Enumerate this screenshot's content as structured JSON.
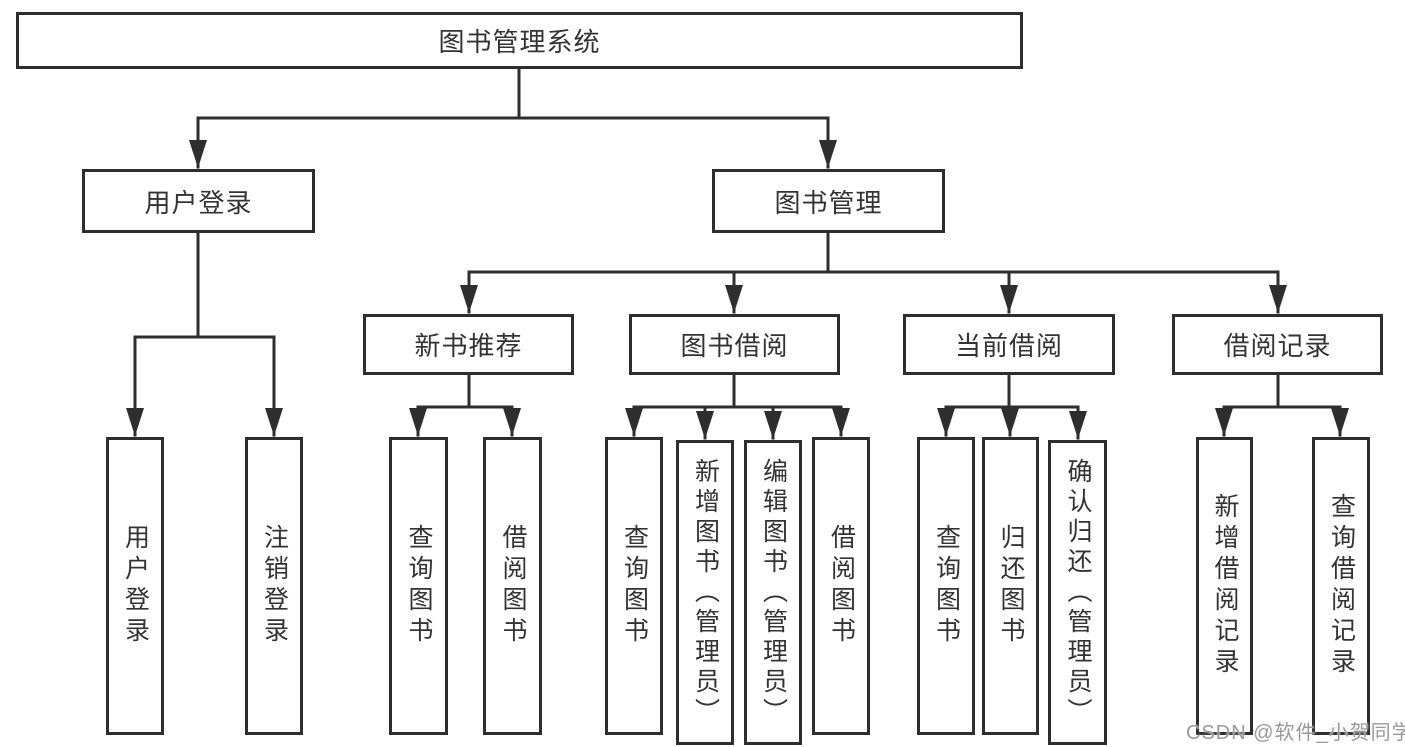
{
  "diagram": {
    "title": "图书管理系统",
    "tree": {
      "root": {
        "label": "图书管理系统"
      },
      "level2": [
        {
          "key": "user-login",
          "label": "用户登录"
        },
        {
          "key": "book-management",
          "label": "图书管理"
        }
      ],
      "level3": [
        {
          "key": "new-book-recommendation",
          "parent": "book-management",
          "label": "新书推荐"
        },
        {
          "key": "book-borrowing",
          "parent": "book-management",
          "label": "图书借阅"
        },
        {
          "key": "current-borrowing",
          "parent": "book-management",
          "label": "当前借阅"
        },
        {
          "key": "borrowing-records",
          "parent": "book-management",
          "label": "借阅记录"
        }
      ],
      "leaves": [
        {
          "key": "user-login-leaf",
          "parent": "user-login",
          "label": "用户登录"
        },
        {
          "key": "logout",
          "parent": "user-login",
          "label": "注销登录"
        },
        {
          "key": "nbr-query-books",
          "parent": "new-book-recommendation",
          "label": "查询图书"
        },
        {
          "key": "nbr-borrow-books",
          "parent": "new-book-recommendation",
          "label": "借阅图书"
        },
        {
          "key": "bb-query-books",
          "parent": "book-borrowing",
          "label": "查询图书"
        },
        {
          "key": "bb-add-books-admin",
          "parent": "book-borrowing",
          "label": "新增图书（管理员）"
        },
        {
          "key": "bb-edit-books-admin",
          "parent": "book-borrowing",
          "label": "编辑图书（管理员）"
        },
        {
          "key": "bb-borrow-books",
          "parent": "book-borrowing",
          "label": "借阅图书"
        },
        {
          "key": "cb-query-books",
          "parent": "current-borrowing",
          "label": "查询图书"
        },
        {
          "key": "cb-return-books",
          "parent": "current-borrowing",
          "label": "归还图书"
        },
        {
          "key": "cb-confirm-return-admin",
          "parent": "current-borrowing",
          "label": "确认归还（管理员）"
        },
        {
          "key": "br-add-record",
          "parent": "borrowing-records",
          "label": "新增借阅记录"
        },
        {
          "key": "br-query-record",
          "parent": "borrowing-records",
          "label": "查询借阅记录"
        }
      ]
    },
    "colors": {
      "line": "#2e2e2e",
      "box_border": "#2e2e2e",
      "text": "#333333",
      "background": "#ffffff",
      "watermark": "#9a9a9a"
    }
  },
  "watermark": {
    "text": "CSDN @软件_小贺同学"
  }
}
